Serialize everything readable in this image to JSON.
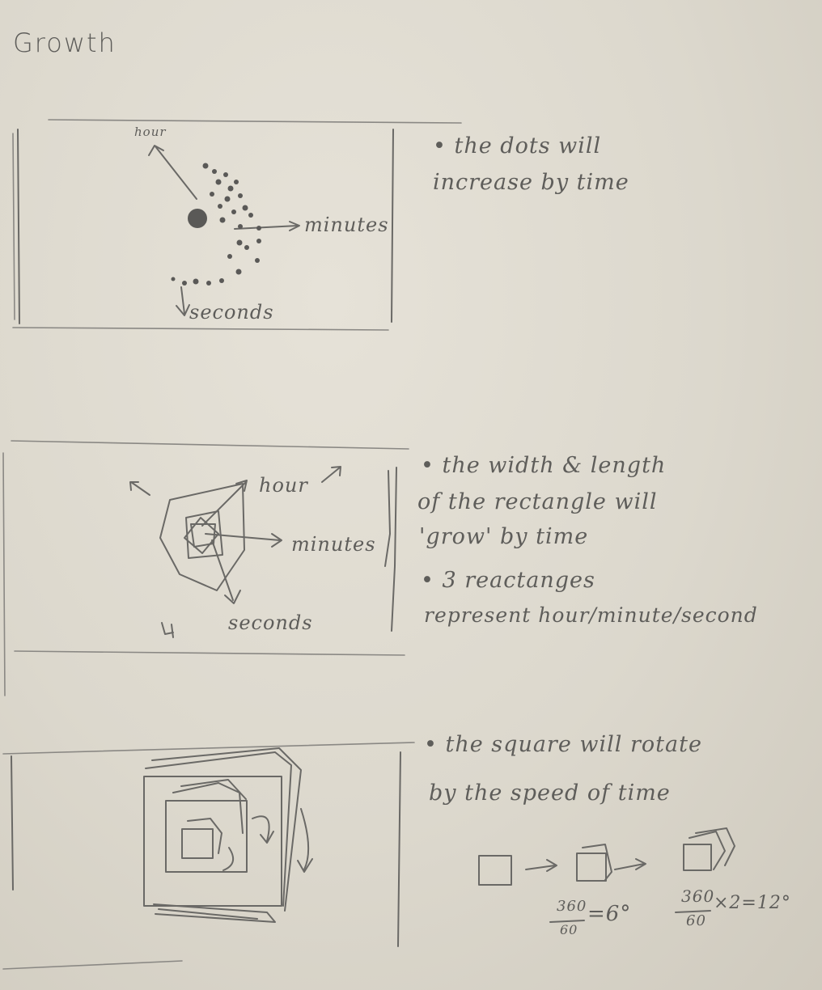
{
  "title": "Growth",
  "panel1": {
    "labels": {
      "hour": "hour",
      "minutes": "minutes",
      "seconds": "seconds"
    },
    "notes": [
      "• the dots will",
      "increase by time"
    ]
  },
  "panel2": {
    "labels": {
      "hour": "hour",
      "minutes": "minutes",
      "seconds": "seconds"
    },
    "notes": [
      "• the width & length",
      "of the rectangle will",
      "'grow' by time",
      "• 3 reactanges",
      "represent hour/minute/second"
    ]
  },
  "panel3": {
    "notes": [
      "• the square will rotate",
      "by the speed of time"
    ],
    "formula1": {
      "numerator": "360",
      "denominator": "60",
      "result": "=6°"
    },
    "formula2": {
      "numerator": "360",
      "denominator": "60",
      "result": "×2=12°"
    }
  }
}
